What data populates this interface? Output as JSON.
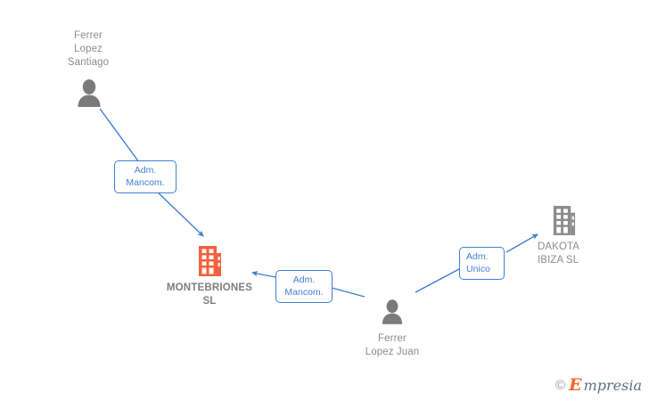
{
  "diagram": {
    "type": "org-relationship-graph",
    "background_color": "#ffffff",
    "edge_color": "#3f7fd4",
    "person_icon_color": "#7a7a7a",
    "company_icon_color": "#8c8c8c",
    "company_main_icon_color": "#f4613c",
    "label_text_color": "#8c8c8c"
  },
  "nodes": [
    {
      "id": "ferrer-lopez-santiago",
      "kind": "person",
      "icon": "person-icon",
      "label": "Ferrer\nLopez\nSantiago",
      "label_align": "centered"
    },
    {
      "id": "montebriones-sl",
      "kind": "company-main",
      "icon": "building-icon",
      "label": "MONTEBRIONES\nSL",
      "label_align": "centered"
    },
    {
      "id": "dakota-ibiza-sl",
      "kind": "company",
      "icon": "building-icon",
      "label": "DAKOTA\nIBIZA SL",
      "label_align": "left"
    },
    {
      "id": "ferrer-lopez-juan",
      "kind": "person",
      "icon": "person-icon",
      "label": "Ferrer\nLopez Juan",
      "label_align": "centered"
    }
  ],
  "edges": [
    {
      "id": "edge-santiago-montebriones",
      "from": "ferrer-lopez-santiago",
      "to": "montebriones-sl",
      "label": "Adm.\nMancom."
    },
    {
      "id": "edge-juan-montebriones",
      "from": "ferrer-lopez-juan",
      "to": "montebriones-sl",
      "label": "Adm.\nMancom."
    },
    {
      "id": "edge-juan-dakota",
      "from": "ferrer-lopez-juan",
      "to": "dakota-ibiza-sl",
      "label": "Adm.\nUnico"
    }
  ],
  "watermark": {
    "copyright": "©",
    "brand_initial": "E",
    "brand_rest": "mpresia"
  }
}
